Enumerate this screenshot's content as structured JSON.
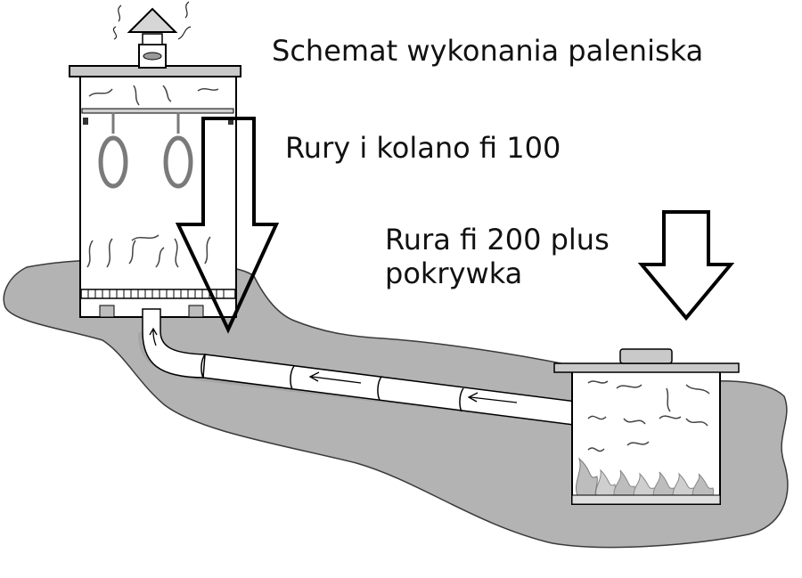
{
  "labels": {
    "title": "Schemat wykonania paleniska",
    "small_pipes": "Rury i kolano fi 100",
    "large_pipe": [
      "Rura fi 200 plus",
      "pokrywka"
    ]
  },
  "colors": {
    "ground": "#b3b3b3",
    "outline": "#000000",
    "pipe": "#ffffff",
    "ring": "#7a7a7a"
  },
  "icons": [
    "smokehouse",
    "firebox",
    "pipe",
    "elbow",
    "arrow-down",
    "flow-arrow",
    "flame"
  ]
}
